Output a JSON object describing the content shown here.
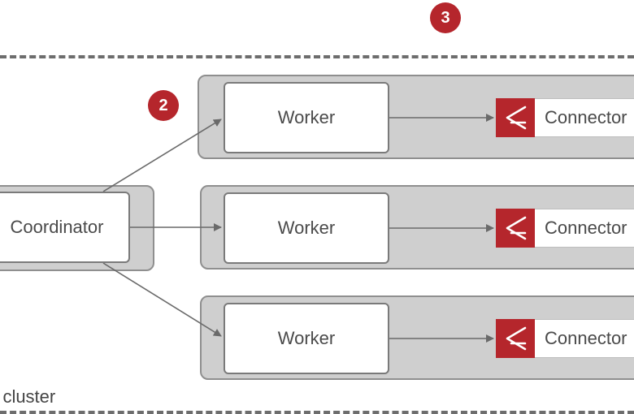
{
  "badges": {
    "top": "3",
    "middle": "2"
  },
  "coordinator": {
    "label": "Coordinator"
  },
  "workers": [
    {
      "label": "Worker",
      "connector": "Connector"
    },
    {
      "label": "Worker",
      "connector": "Connector"
    },
    {
      "label": "Worker",
      "connector": "Connector"
    }
  ],
  "cluster": {
    "label": "r cluster"
  },
  "colors": {
    "accent": "#b5262c",
    "panel": "#cfcfcf",
    "dash": "#6d6d6d"
  },
  "icons": {
    "connector_logo": "bracket-a-icon"
  }
}
